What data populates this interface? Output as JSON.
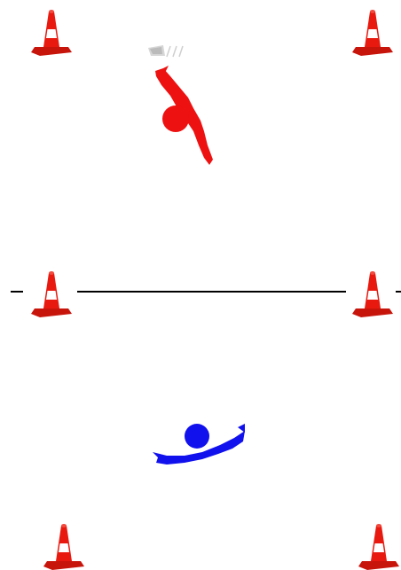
{
  "scene": {
    "type": "top-down-two-player-field",
    "background_color": "#ffffff",
    "midline_color": "#000000"
  },
  "cones": {
    "icon": "traffic-cone-icon",
    "count": 6,
    "colors": {
      "body": "#e8190f",
      "stripe": "#ffffff",
      "base": "#c8150c"
    }
  },
  "players": [
    {
      "id": "red",
      "color": "#ee1111",
      "icon": "red-player-icon",
      "pose": "diving"
    },
    {
      "id": "blue",
      "color": "#1111ee",
      "icon": "blue-player-icon",
      "pose": "lying"
    }
  ],
  "ball": {
    "icon": "ball-shadow-icon",
    "color": "#bbbbbb"
  }
}
